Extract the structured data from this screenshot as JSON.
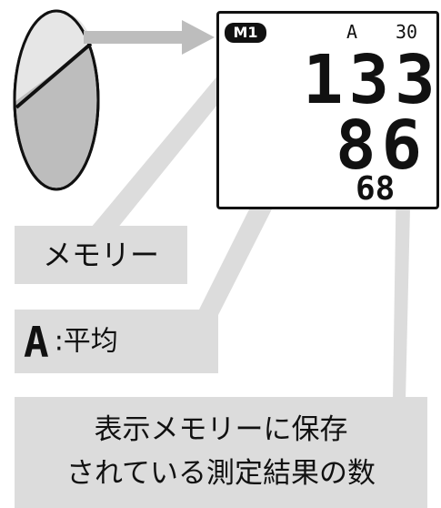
{
  "lcd": {
    "memory_badge": "M1",
    "average_indicator": "A",
    "readings_count": "30",
    "systolic": "133",
    "diastolic": "86",
    "pulse": "68"
  },
  "labels": {
    "memory": "メモリー",
    "average_glyph": "A",
    "average_text": ":平均",
    "count_line1": "表示メモリーに保存",
    "count_line2": "されている測定結果の数"
  },
  "colors": {
    "callout_gray": "#dcdcdc",
    "ink": "#111111",
    "button_light": "#e6e6e6",
    "button_dark": "#bdbdbd"
  }
}
